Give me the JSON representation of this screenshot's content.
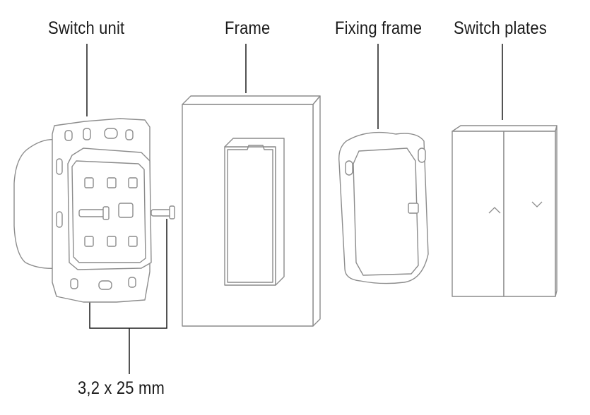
{
  "labels": {
    "switch_unit": "Switch unit",
    "frame": "Frame",
    "fixing_frame": "Fixing frame",
    "switch_plates": "Switch plates",
    "screw_size": "3,2 x 25 mm"
  },
  "icons": {
    "up": "chevron-up-icon",
    "down": "chevron-down-icon"
  },
  "colors": {
    "line": "#1a1a1a",
    "outline": "#8c8c8c",
    "fill": "#ffffff",
    "text": "#1a1a1a"
  }
}
